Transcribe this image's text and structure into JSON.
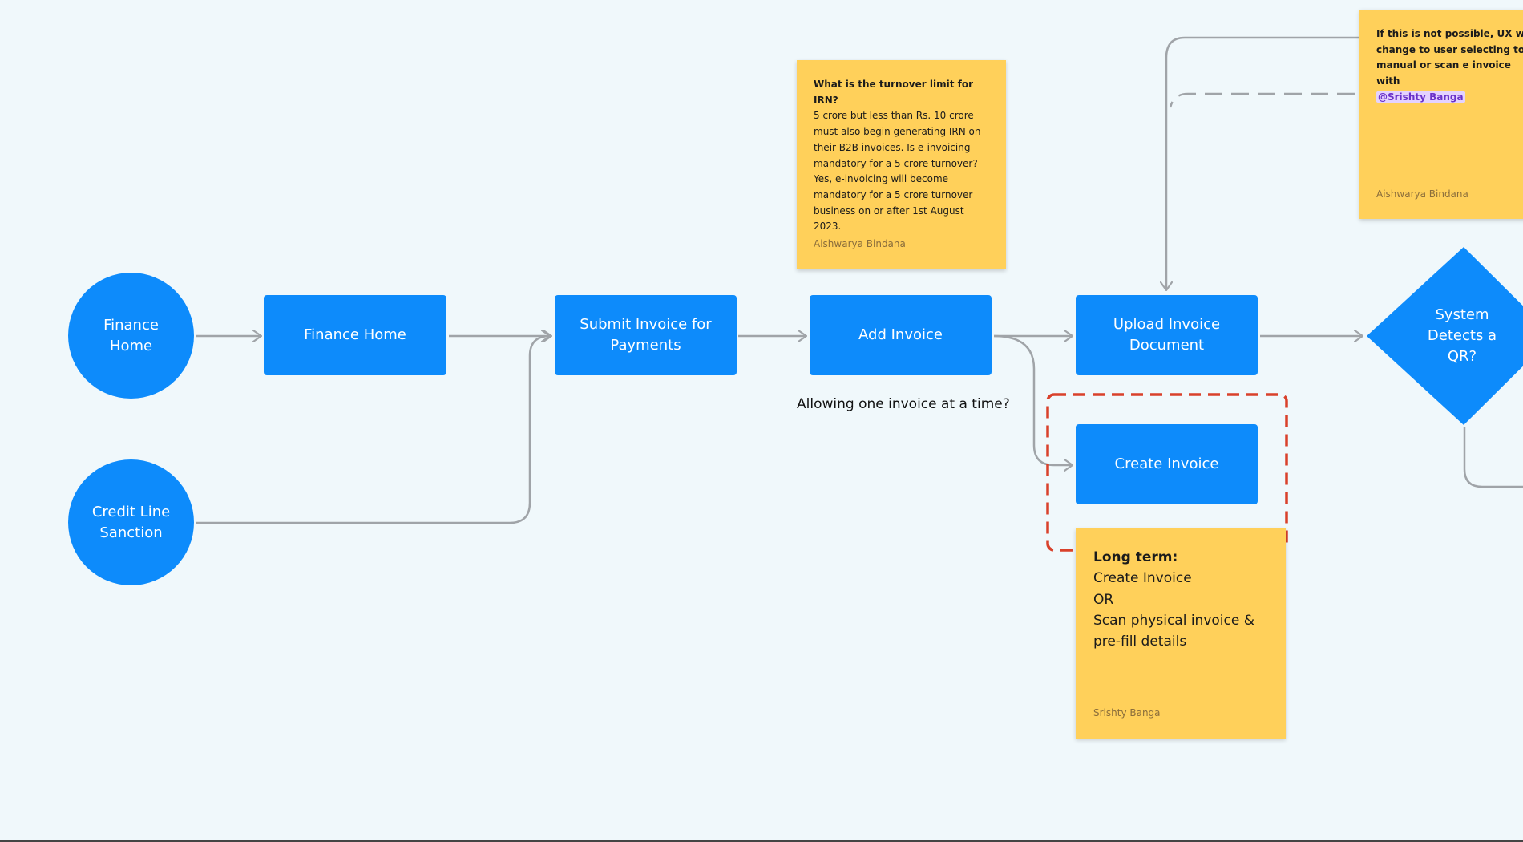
{
  "colors": {
    "canvas": "#f0f8fb",
    "node_fill": "#0d8bfb",
    "sticky_fill": "#ffd05a",
    "connector": "#a0a4a8",
    "selection_dashed": "#d9412b"
  },
  "nodes": {
    "finance_home_circle": "Finance Home",
    "credit_line_sanction": "Credit Line Sanction",
    "finance_home": "Finance Home",
    "submit_invoice": "Submit Invoice for Payments",
    "add_invoice": "Add Invoice",
    "upload_invoice": "Upload Invoice Document",
    "create_invoice": "Create Invoice",
    "system_detects_qr": "System Detects a QR?"
  },
  "labels": {
    "allowing_one_invoice": "Allowing one invoice at a time?"
  },
  "stickies": {
    "irn": {
      "heading": "What is the turnover limit for IRN?",
      "text": "5 crore but less than Rs. 10 crore must also begin generating IRN on their B2B invoices. Is e-invoicing mandatory for a 5 crore turnover? Yes, e-invoicing will become mandatory for a 5 crore turnover business on or after 1st August 2023.",
      "author": "Aishwarya Bindana"
    },
    "ux": {
      "heading": "If this is not possible, UX will change to user selecting to u manual or scan e invoice with",
      "mention": "@Srishty Banga",
      "author": "Aishwarya Bindana"
    },
    "long_term": {
      "heading": "Long term:",
      "lines": [
        "Create Invoice",
        "OR",
        "Scan physical invoice & pre-fill details"
      ],
      "author": "Srishty Banga"
    }
  }
}
